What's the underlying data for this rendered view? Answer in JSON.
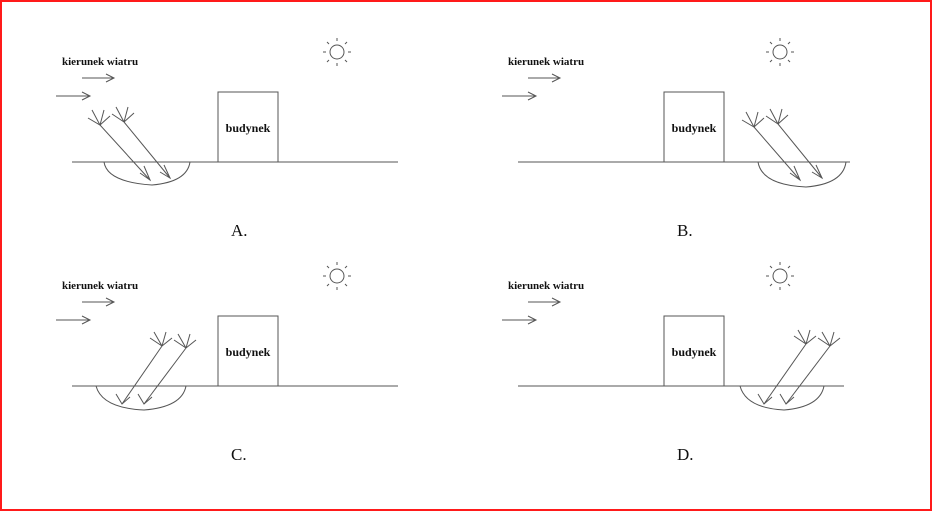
{
  "colors": {
    "frame_border": "#ff1a1a",
    "stroke": "#555555",
    "text": "#111111",
    "background": "#ffffff"
  },
  "panels": [
    {
      "option": "A.",
      "wind_label": "kierunek wiatru",
      "building_label": "budynek",
      "trees_side": "left",
      "tree_lean": "right"
    },
    {
      "option": "B.",
      "wind_label": "kierunek wiatru",
      "building_label": "budynek",
      "trees_side": "right",
      "tree_lean": "right"
    },
    {
      "option": "C.",
      "wind_label": "kierunek wiatru",
      "building_label": "budynek",
      "trees_side": "left",
      "tree_lean": "left"
    },
    {
      "option": "D.",
      "wind_label": "kierunek wiatru",
      "building_label": "budynek",
      "trees_side": "right",
      "tree_lean": "left"
    }
  ]
}
